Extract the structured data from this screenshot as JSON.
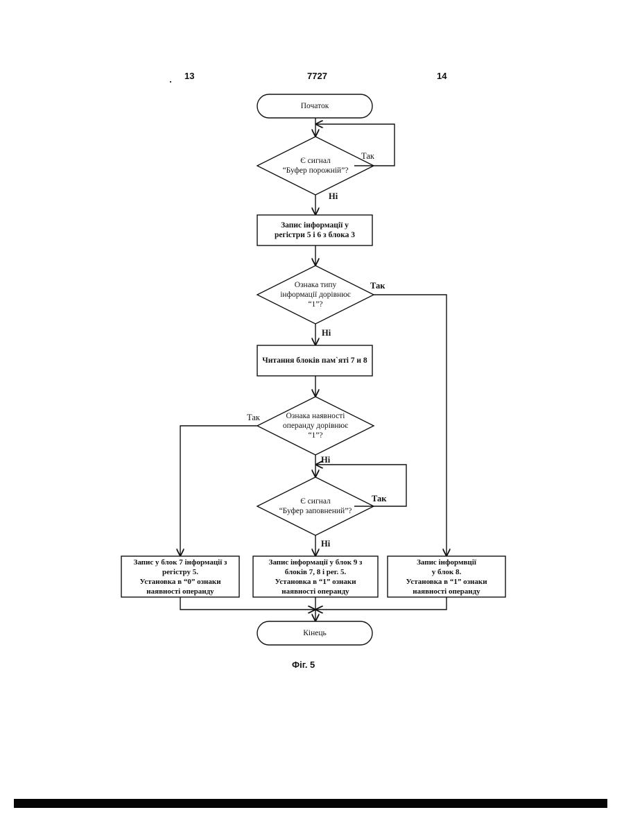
{
  "header": {
    "left_page": "13",
    "center": "7727",
    "right_page": "14"
  },
  "nodes": {
    "start": "Початок",
    "decision1": "Є сигнал\n“Буфер порожній”?",
    "process1": "Запис інформації у\nрегістри 5 і 6 з блока 3",
    "decision2": "Ознака типу\nінформації дорівнює\n“1”?",
    "process2": "Читання блоків пам`яті 7 и 8",
    "decision3": "Ознака наявності\nоперанду дорівнює\n“1”?",
    "decision4": "Є сигнал\n“Буфер заповнений”?",
    "process_left": "Запис у блок 7 інформації з\nрегістру 5.\nУстановка в “0” ознаки\nнаявності операнду",
    "process_center": "Запис інформації у блок 9 з\nблоків 7, 8 і рег. 5.\nУстановка в “1” ознаки\nнаявності операнду",
    "process_right": "Запис інформвції\nу блок 8.\nУстановка в “1” ознаки\nнаявності операнду",
    "end": "Кінець"
  },
  "edge_labels": {
    "d1_yes": "Так",
    "d1_no": "Ні",
    "d2_yes": "Так",
    "d2_no": "Ні",
    "d3_yes": "Так",
    "d3_no": "Ні",
    "d4_yes": "Так",
    "d4_no": "Ні"
  },
  "caption": "Фіг. 5"
}
